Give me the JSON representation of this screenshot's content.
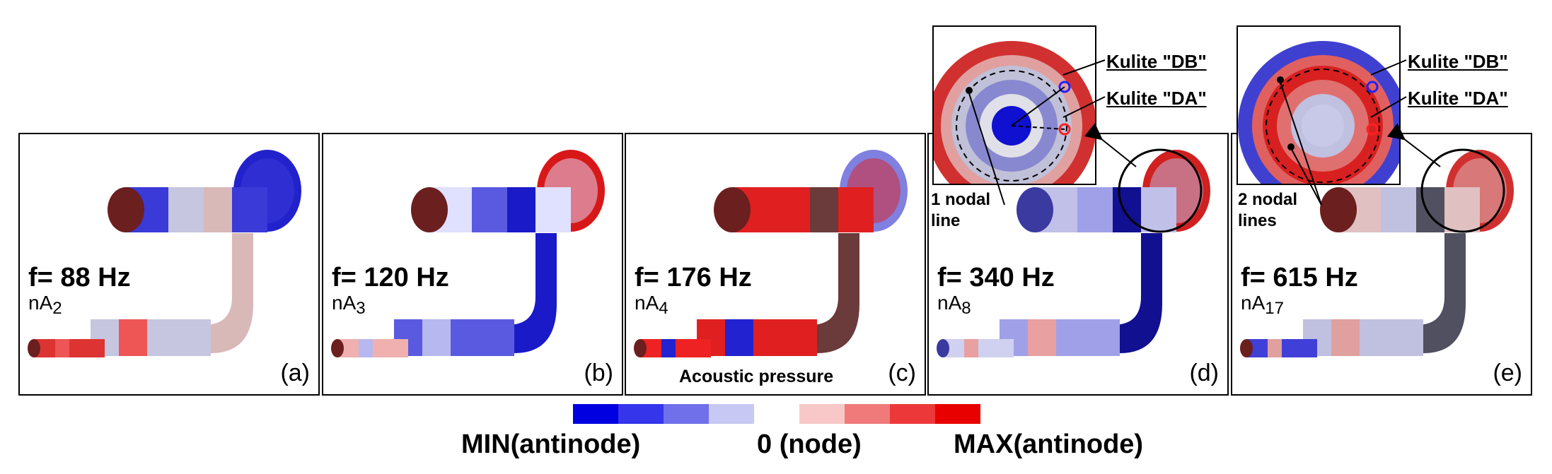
{
  "panels": [
    {
      "freq_prefix": "f",
      "freq_value": "= 88 Hz",
      "sub_main": "nA",
      "sub_index": "2",
      "label": "(a)",
      "colors": [
        "#6b1f1f",
        "#d33",
        "#e55",
        "#c6c6e0",
        "#3a3ad8",
        "#d9b8b8",
        "#2222cc"
      ]
    },
    {
      "freq_prefix": "f",
      "freq_value": "= 120 Hz",
      "sub_main": "nA",
      "sub_index": "3",
      "label": "(b)",
      "colors": [
        "#6b1f1f",
        "#f0b0b0",
        "#b8b8f0",
        "#5a5ae0",
        "#e0e0ff",
        "#1a1ac8",
        "#d81818"
      ]
    },
    {
      "freq_prefix": "f",
      "freq_value": "= 176 Hz",
      "sub_main": "nA",
      "sub_index": "4",
      "label": "(c)",
      "colors": [
        "#6b1f1f",
        "#e22",
        "#2222d0",
        "#e02020",
        "#e02020",
        "#6b3a3a",
        "#8080e0"
      ]
    },
    {
      "freq_prefix": "f",
      "freq_value": "= 340 Hz",
      "sub_main": "nA",
      "sub_index": "8",
      "label": "(d)",
      "colors": [
        "#3a3aa0",
        "#d0d0f0",
        "#e8a0a0",
        "#a0a0e8",
        "#c0c0e8",
        "#101090",
        "#d02020"
      ]
    },
    {
      "freq_prefix": "f",
      "freq_value": "= 615 Hz",
      "sub_main": "nA",
      "sub_index": "17",
      "label": "(e)",
      "colors": [
        "#6b1f1f",
        "#4040d8",
        "#e0a0a0",
        "#c0c0e0",
        "#e0c0c0",
        "#505060",
        "#d03030"
      ]
    }
  ],
  "acoustic_label": "Acoustic pressure",
  "insets": [
    {
      "kulite_db": "Kulite \"DB\"",
      "kulite_da": "Kulite \"DA\"",
      "nodal_line1": "1 nodal",
      "nodal_line2": "line"
    },
    {
      "kulite_db": "Kulite \"DB\"",
      "kulite_da": "Kulite \"DA\"",
      "nodal_line1": "2 nodal",
      "nodal_line2": "lines"
    }
  ],
  "colorbar": [
    "#0000e0",
    "#3535ec",
    "#7070ea",
    "#c8c8f4",
    "#ffffff",
    "#f8c8c8",
    "#f07a7a",
    "#ec3838",
    "#e80000"
  ],
  "legend": {
    "min": "MIN(antinode)",
    "zero": "0 (node)",
    "max": "MAX(antinode)"
  }
}
